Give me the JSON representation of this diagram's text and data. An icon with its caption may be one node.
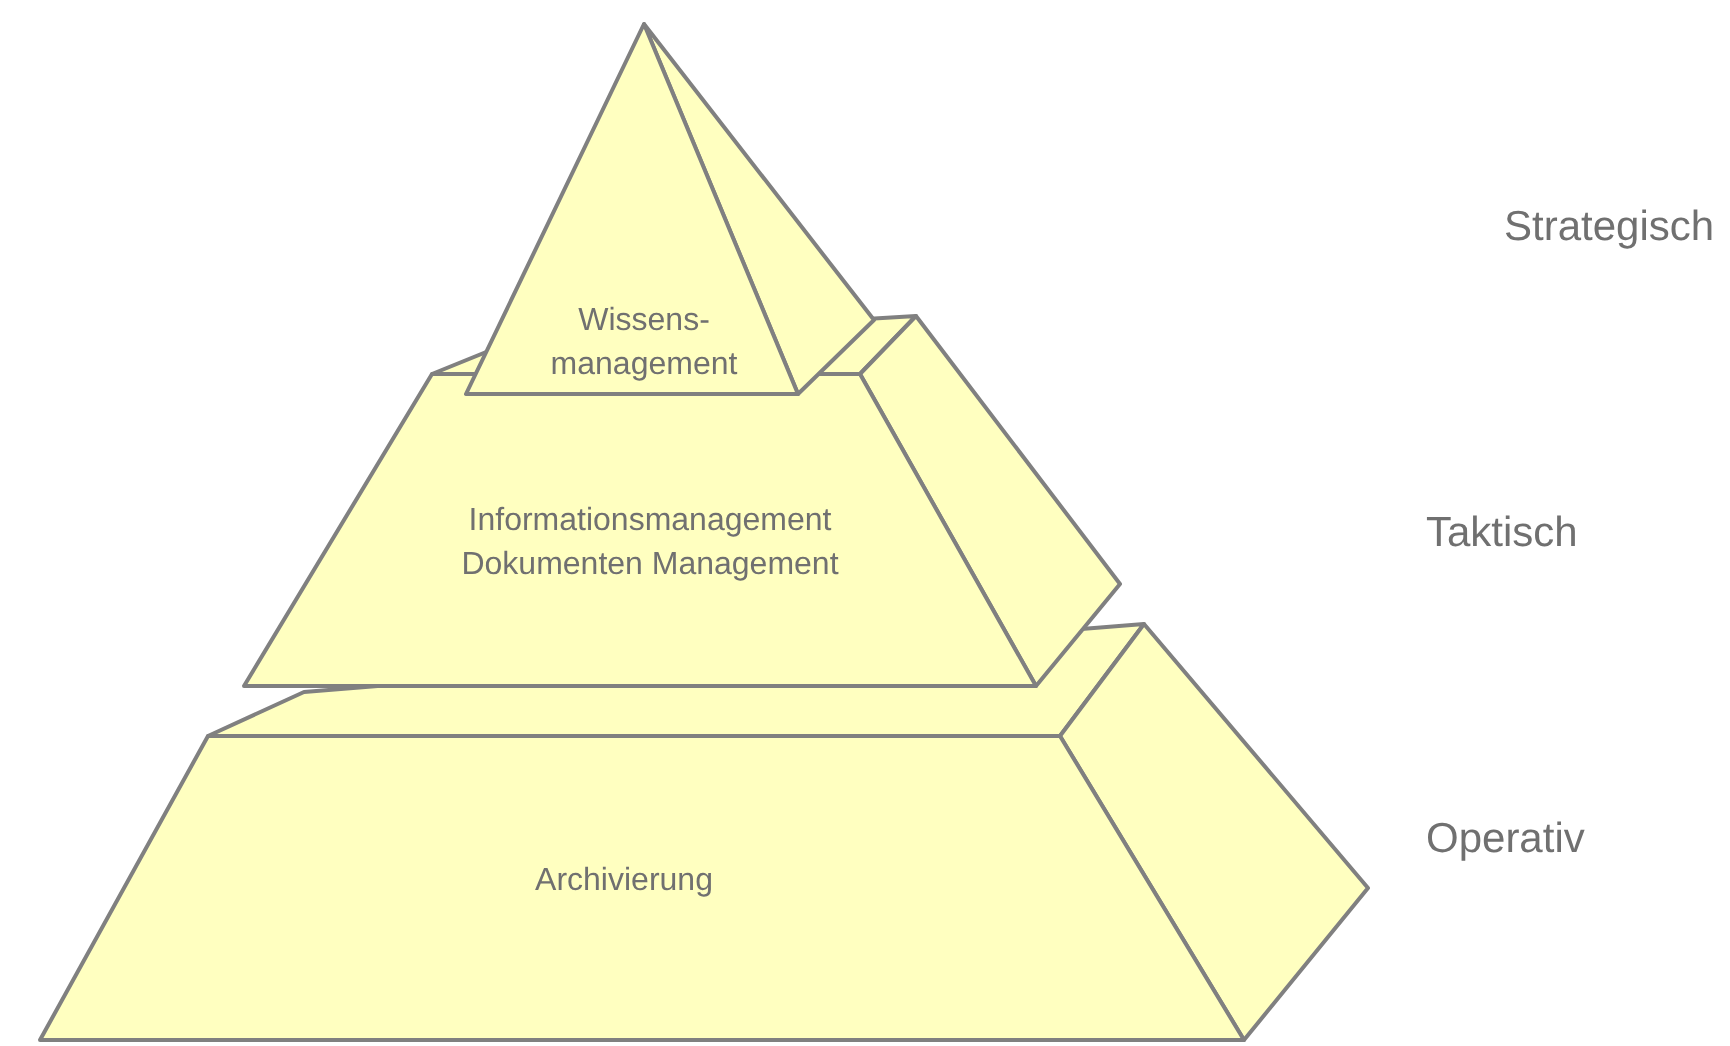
{
  "diagram": {
    "nodes": [
      {
        "text": [
          "Wissens- management"
        ]
      },
      {
        "text": [
          "Informationsmanagement",
          "Dokumenten Management"
        ]
      },
      {
        "text": [
          "Archivierung"
        ]
      }
    ],
    "labels": [
      "Strategisch",
      "Taktisch",
      "Operativ"
    ]
  }
}
